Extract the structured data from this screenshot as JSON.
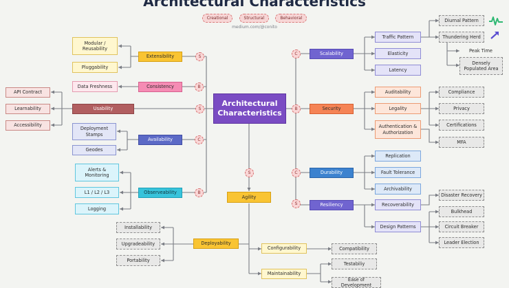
{
  "header": {
    "title": "Architectural Characteristics",
    "tags": [
      "Creational",
      "Structural",
      "Behavioral"
    ],
    "subtitle": "medium.com/@conito"
  },
  "center": {
    "label": "Architectural\nCharacteristics"
  },
  "badges": {
    "s": "S",
    "b": "B",
    "c": "C"
  },
  "left": {
    "extensibility": {
      "label": "Extensibility",
      "items": [
        "Modular /\nReusability",
        "Pluggability"
      ]
    },
    "consistency": {
      "label": "Consistency",
      "items": [
        "Data Freshness"
      ]
    },
    "usability": {
      "label": "Usability",
      "items": [
        "API Contract",
        "Learnability",
        "Accessibility"
      ]
    },
    "availability": {
      "label": "Availability",
      "items": [
        "Deployment\nStamps",
        "Geodes"
      ]
    },
    "observeability": {
      "label": "Observeability",
      "items": [
        "Alerts &\nMonitoring",
        "L1 / L2 / L3",
        "Logging"
      ]
    }
  },
  "right": {
    "scalability": {
      "label": "Scalability",
      "items": [
        "Traffic Pattern",
        "Elasticity",
        "Latency"
      ]
    },
    "traffic": {
      "items": [
        "Diurnal Pattern",
        "Thundering Herd"
      ],
      "sub": [
        "Peak Time",
        "Densely\nPopulated Area"
      ]
    },
    "security": {
      "label": "Security",
      "items": [
        "Auditability",
        "Legality",
        "Authentication &\nAuthorization"
      ]
    },
    "legality": {
      "items": [
        "Compliance",
        "Privacy",
        "Certifications"
      ]
    },
    "auth": {
      "items": [
        "MFA"
      ]
    },
    "durability": {
      "label": "Durability",
      "items": [
        "Replication",
        "Fault Tolerance",
        "Archivability"
      ]
    },
    "resiliency": {
      "label": "Resiliency",
      "items": [
        "Recoverability",
        "Design Patterns"
      ]
    },
    "recoverability": {
      "items": [
        "Disaster Recovery"
      ]
    },
    "patterns": {
      "items": [
        "Bulkhead",
        "Circuit Breaker",
        "Leader Election"
      ]
    }
  },
  "bottom": {
    "agility": {
      "label": "Agility"
    },
    "deployability": {
      "label": "Deployability",
      "items": [
        "Installability",
        "Upgradeability",
        "Portability"
      ]
    },
    "configurability": {
      "label": "Configurability",
      "items": [
        "Compatibility"
      ]
    },
    "maintainability": {
      "label": "Maintainability",
      "items": [
        "Testabiliy",
        "Ease of Development"
      ]
    }
  },
  "icons": [
    "trend-up-icon",
    "arrow-up-right-icon"
  ],
  "colors": {
    "line": "#7a7d84",
    "center": "#7a4cc3"
  }
}
